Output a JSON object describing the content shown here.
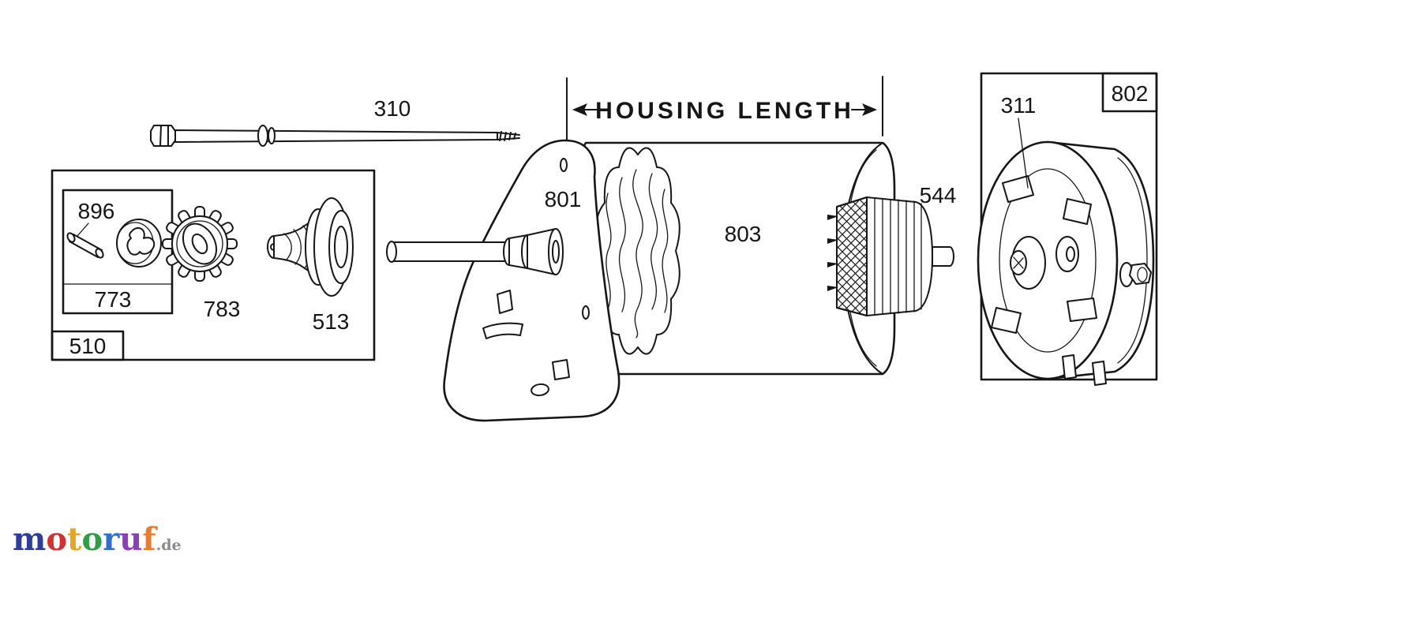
{
  "page": {
    "background": "#ffffff",
    "line_color": "#161616"
  },
  "diagram": {
    "dimension_label": "HOUSING LENGTH",
    "parts": {
      "bolt": "310",
      "pin": "896",
      "clutch": "773",
      "gear": "783",
      "drive": "513",
      "group_box": "510",
      "bracket": "801",
      "housing": "803",
      "armature": "544",
      "brush": "311",
      "end_cap": "802"
    }
  },
  "watermark": {
    "letters": [
      {
        "char": "m",
        "color": "#2e3d9b"
      },
      {
        "char": "o",
        "color": "#d62f2f"
      },
      {
        "char": "t",
        "color": "#eca320"
      },
      {
        "char": "o",
        "color": "#2f9e44"
      },
      {
        "char": "r",
        "color": "#2e6fd0"
      },
      {
        "char": "u",
        "color": "#8a3fc0"
      },
      {
        "char": "f",
        "color": "#ed7a2b"
      }
    ],
    "suffix": ".de",
    "suffix_color": "#8c8c8c"
  }
}
